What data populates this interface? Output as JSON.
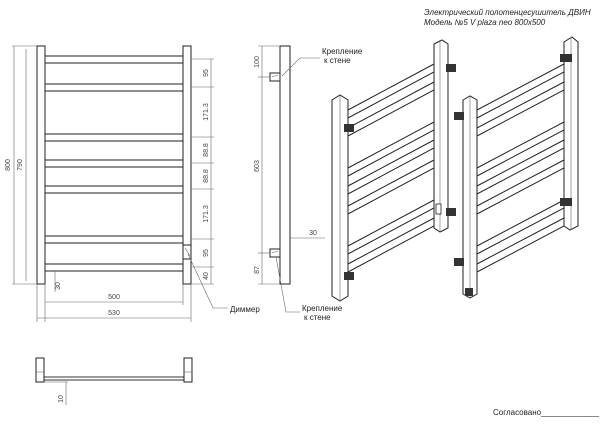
{
  "title": {
    "line1": "Электрический полотенцесушитель ДВИН",
    "line2": "Модель №5 V plaza neo 800x500"
  },
  "labels": {
    "mount_top": [
      "Крепление",
      "к стене"
    ],
    "mount_bottom": [
      "Крепление",
      "к стене"
    ],
    "dimmer": "Диммер",
    "approval": "Согласовано_____________"
  },
  "dimensions": {
    "height_total": "800",
    "height_inner": "790",
    "spacing_a": "95",
    "spacing_b": "171.3",
    "spacing_c": "88.8",
    "spacing_d": "88.8",
    "spacing_e": "171.3",
    "spacing_f": "95",
    "spacing_g": "40",
    "width_inner": "500",
    "width_total": "530",
    "bottom_offset": "30",
    "side_top": "100",
    "side_mid": "603",
    "side_bottom": "87",
    "side_depth": "30",
    "top_view_depth": "10"
  }
}
